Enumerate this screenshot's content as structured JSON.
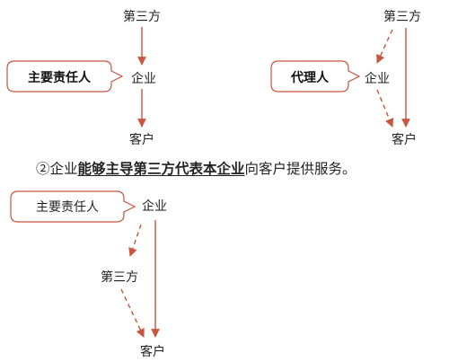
{
  "colors": {
    "arrow": "#c8553d",
    "callout_border": "#c8553d",
    "text": "#222222"
  },
  "diagram1": {
    "top": "第三方",
    "middle": "企业",
    "bottom": "客户",
    "callout": "主要责任人"
  },
  "diagram2": {
    "top": "第三方",
    "middle": "企业",
    "bottom": "客户",
    "callout": "代理人"
  },
  "statement": {
    "prefix": "②企业",
    "emphasis": "能够主导第三方代表本企业",
    "suffix": "向客户提供服务。"
  },
  "diagram3": {
    "top": "企业",
    "middle": "第三方",
    "bottom": "客户",
    "callout": "主要责任人"
  }
}
